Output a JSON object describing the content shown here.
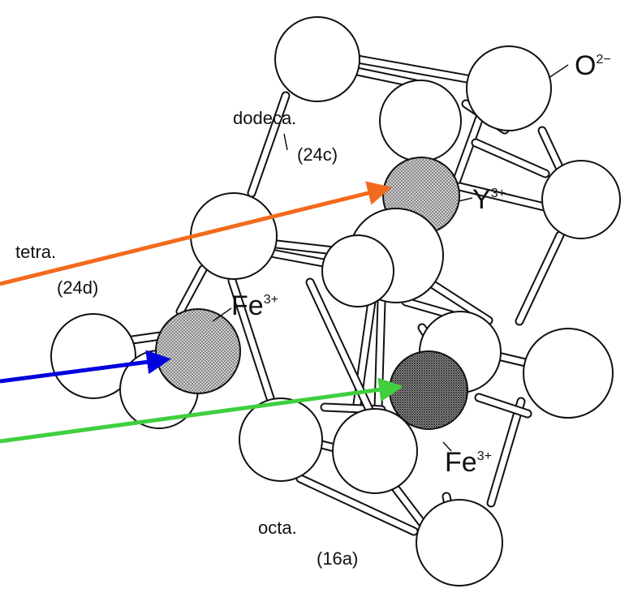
{
  "labels": {
    "oxygen": {
      "base": "O",
      "sup": "2−"
    },
    "dodeca": "dodeca.",
    "dodeca_site": "(24c)",
    "yttrium": {
      "base": "Y",
      "sup": "3+"
    },
    "tetra": "tetra.",
    "tetra_site": "(24d)",
    "iron_tetra": {
      "base": "Fe",
      "sup": "3+"
    },
    "iron_octa": {
      "base": "Fe",
      "sup": "3+"
    },
    "octa": "octa.",
    "octa_site": "(16a)"
  },
  "colors": {
    "arrow_dodecahedral": "#f26b1d",
    "arrow_tetrahedral": "#0000dd",
    "arrow_octahedral": "#3fcf3f"
  }
}
